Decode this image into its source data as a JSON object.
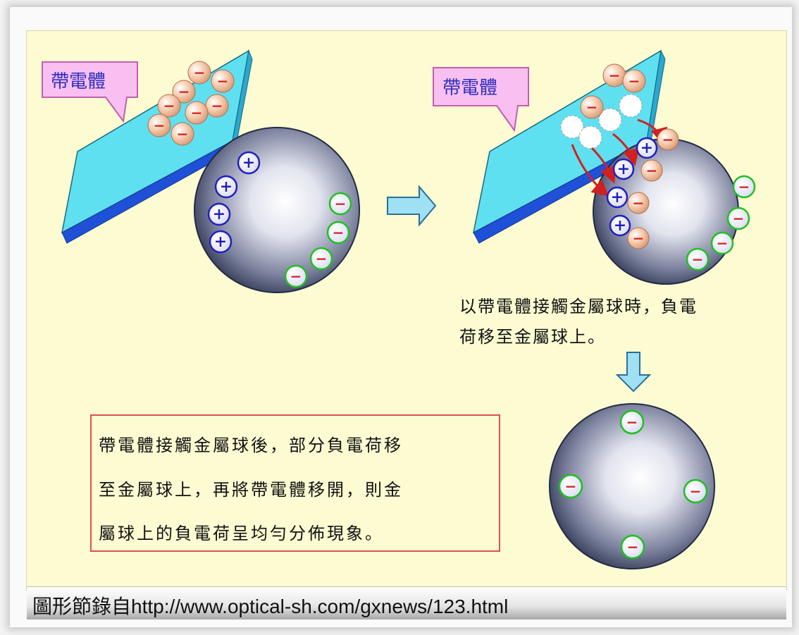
{
  "diagram": {
    "left_label": "帶電體",
    "right_label": "帶電體",
    "note_line1": "以帶電體接觸金屬球時，負電",
    "note_line2": "荷移至金屬球上。",
    "caption_line1": "帶電體接觸金屬球後，部分負電荷移",
    "caption_line2": "至金屬球上，再將帶電體移開，則金",
    "caption_line3": "屬球上的負電荷呈均勻分佈現象。",
    "plus_sign": "+",
    "minus_sign": "−"
  },
  "source": {
    "text": "圖形節錄自http://www.optical-sh.com/gxnews/123.html"
  },
  "colors": {
    "panel": "#fdfbd2",
    "rod": "#5fe0f0",
    "label_bubble": "#f8bff0",
    "label_text": "#3030c0",
    "plus_border": "#2020c0",
    "minus_border": "#20c020",
    "electron_fill": "#f4c8a8",
    "caption_border": "#e05050"
  }
}
